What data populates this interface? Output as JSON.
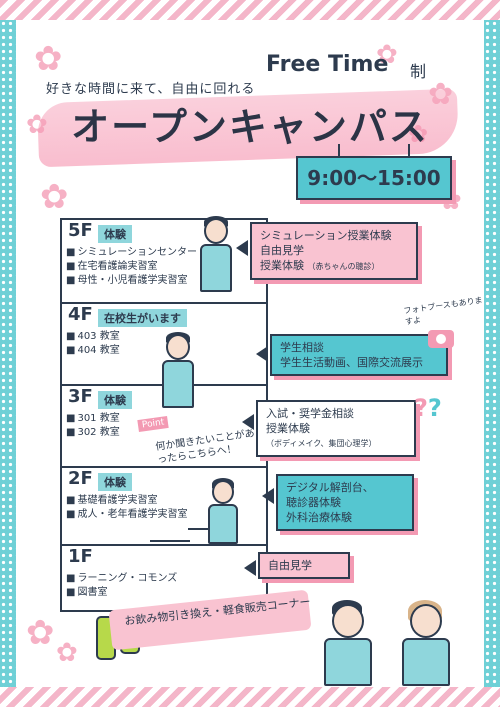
{
  "header": {
    "subtitle": "好きな時間に来て、自由に回れる",
    "freetime": "Free Time",
    "sei": "制",
    "title": "オープンキャンパス",
    "time": "9:00〜15:00"
  },
  "floors": [
    {
      "num": "5F",
      "tag": "体験",
      "items": [
        "シミュレーションセンター",
        "在宅看護論実習室",
        "母性・小児看護学実習室"
      ]
    },
    {
      "num": "4F",
      "tag": "在校生がいます",
      "items": [
        "403 教室",
        "404 教室"
      ]
    },
    {
      "num": "3F",
      "tag": "体験",
      "items": [
        "301 教室",
        "302 教室"
      ]
    },
    {
      "num": "2F",
      "tag": "体験",
      "items": [
        "基礎看護学実習室",
        "成人・老年看護学実習室"
      ]
    },
    {
      "num": "1F",
      "tag": "",
      "items": [
        "ラーニング・コモンズ",
        "図書室"
      ]
    }
  ],
  "signs": {
    "s5": [
      "シミュレーション授業体験",
      "自由見学",
      "授業体験",
      "（赤ちゃんの聴診）"
    ],
    "s4": [
      "学生相談",
      "学生生活動画、国際交流展示"
    ],
    "s3": [
      "入試・奨学金相談",
      "授業体験",
      "（ボディメイク、集団心理学）"
    ],
    "s2": [
      "デジタル解剖台、",
      "聴診器体験",
      "外科治療体験"
    ],
    "s1": [
      "自由見学"
    ]
  },
  "notes": {
    "photobooth": "フォトブースもありますよ",
    "point": "Point",
    "question": "何か聞きたいことがあったらこちらへ！",
    "corner": "お飲み物引き換え・軽食販売コーナー"
  },
  "colors": {
    "pink": "#f39ab3",
    "teal": "#55c6d0",
    "navy": "#2d3b4e"
  }
}
